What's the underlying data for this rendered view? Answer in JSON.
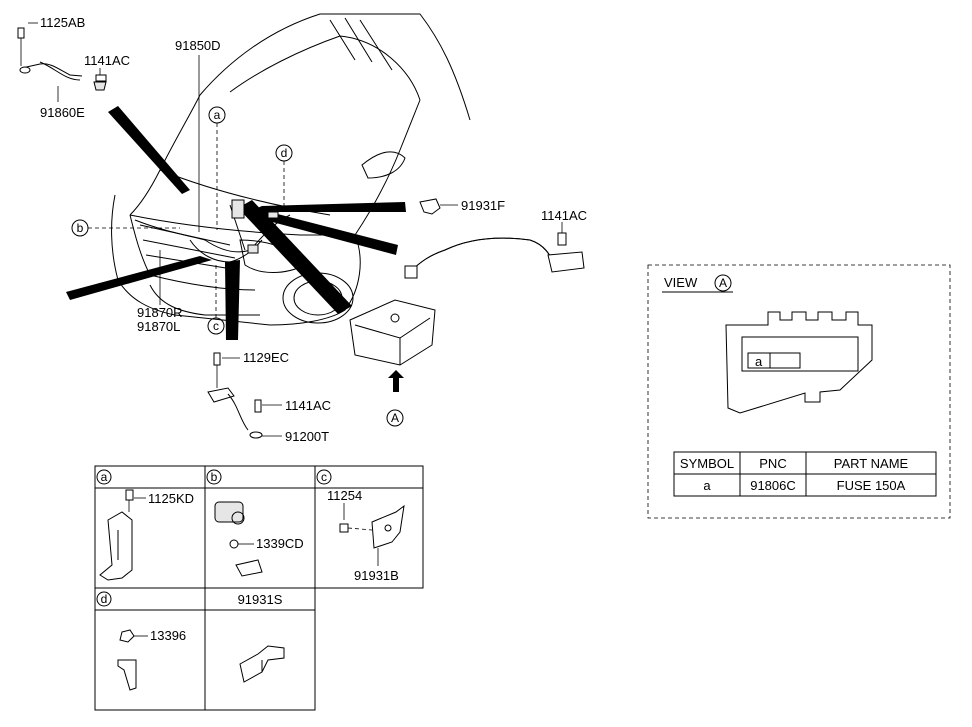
{
  "callouts": {
    "c_1125AB": "1125AB",
    "c_1141AC_top": "1141AC",
    "c_91860E": "91860E",
    "c_91850D": "91850D",
    "c_91931F": "91931F",
    "c_1141AC_right": "1141AC",
    "c_91870R": "91870R",
    "c_91870L": "91870L",
    "c_1129EC": "1129EC",
    "c_1141AC_bottom": "1141AC",
    "c_91200T": "91200T"
  },
  "circle_letters": {
    "a": "a",
    "b": "b",
    "c": "c",
    "d": "d",
    "A": "A"
  },
  "detail_table": {
    "cell_a_header": "a",
    "cell_b_header": "b",
    "cell_c_header": "c",
    "cell_d_header": "d",
    "cell_e_header": "91931S",
    "a_part": "1125KD",
    "b_part": "1339CD",
    "c_part_top": "11254",
    "c_part_bottom": "91931B",
    "d_part": "13396"
  },
  "view_panel": {
    "title": "VIEW",
    "title_circle": "A",
    "fuse_label": "a",
    "table": {
      "headers": [
        "SYMBOL",
        "PNC",
        "PART NAME"
      ],
      "rows": [
        [
          "a",
          "91806C",
          "FUSE 150A"
        ]
      ]
    }
  }
}
